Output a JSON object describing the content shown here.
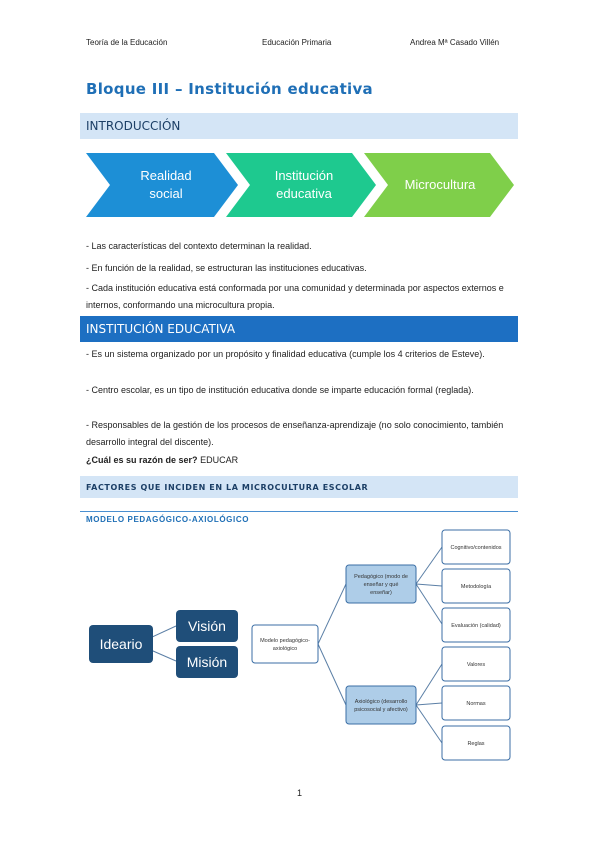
{
  "header": {
    "course": "Teoría de la Educación",
    "degree": "Educación Primaria",
    "author": "Andrea Mª Casado Villén"
  },
  "title": "Bloque III – Institución educativa",
  "intro": {
    "heading": "INTRODUCCIÓN",
    "chevrons": [
      {
        "line1": "Realidad",
        "line2": "social",
        "color": "#1d8fd6"
      },
      {
        "line1": "Institución",
        "line2": "educativa",
        "color": "#1ec98f"
      },
      {
        "line1": "Microcultura",
        "line2": "",
        "color": "#7fcf4a"
      }
    ],
    "bullets": [
      "- Las características del contexto determinan la realidad.",
      "- En función de la realidad, se estructuran las instituciones educativas.",
      "- Cada institución educativa está conformada por una comunidad y determinada por aspectos externos e internos, conformando una microcultura propia."
    ]
  },
  "institution": {
    "heading": "INSTITUCIÓN EDUCATIVA",
    "bullets": [
      "- Es un sistema organizado por un propósito y finalidad educativa (cumple los 4 criterios de Esteve).",
      "- Centro escolar, es un tipo de institución educativa donde se imparte educación formal (reglada).",
      "- Responsables de la gestión de los procesos de enseñanza-aprendizaje (no solo conocimiento, también desarrollo integral del discente)."
    ],
    "question": "¿Cuál es su razón de ser?",
    "answer": "EDUCAR"
  },
  "factors": {
    "heading": "FACTORES QUE INCIDEN EN LA MICROCULTURA ESCOLAR",
    "model_title": "MODELO PEDAGÓGICO-AXIOLÓGICO"
  },
  "diagram": {
    "ideario": "Ideario",
    "vision": "Visión",
    "mision": "Misión",
    "root": [
      "Modelo pedagógico-",
      "axiológico"
    ],
    "pedagogico": [
      "Pedagógico (modo de",
      "enseñar y qué",
      "enseñar)"
    ],
    "axiologico": [
      "Axiológico (desarrollo",
      "psicosocial y afectivo)"
    ],
    "ped_leaves": [
      "Cognitivo/contenidos",
      "Metodología",
      "Evaluación (calidad)"
    ],
    "axi_leaves": [
      "Valores",
      "Normas",
      "Reglas"
    ],
    "colors": {
      "dark_box": "#1f4e79",
      "mid_box": "#aecde8",
      "line": "#5b7fa6",
      "leaf_border": "#3b6ea5"
    }
  },
  "page_number": "1"
}
